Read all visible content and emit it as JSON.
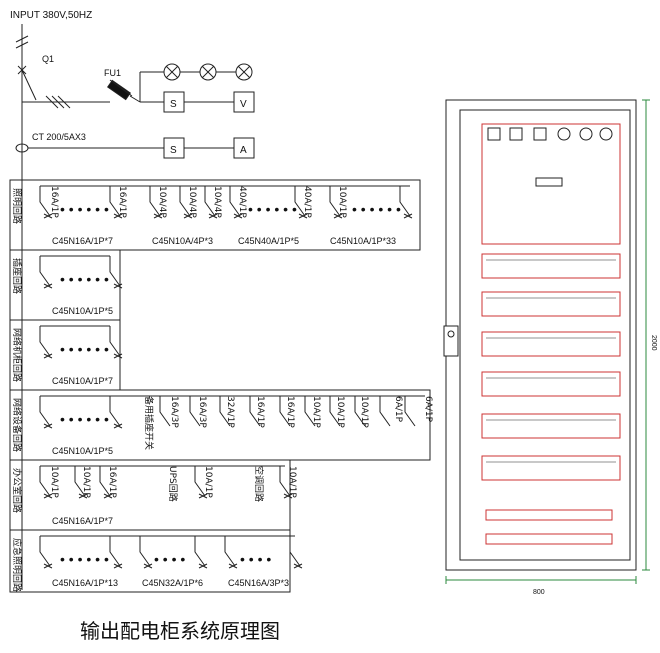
{
  "header": {
    "input": "INPUT 380V,50HZ",
    "breaker": "Q1",
    "fuse": "FU1",
    "ct": "CT 200/5AX3"
  },
  "meters": {
    "s1": "S",
    "v": "V",
    "s2": "S",
    "a": "A"
  },
  "groups": [
    {
      "name": "照明回路",
      "labels": [
        "16A/1P",
        "16A/1P",
        "10A/4P",
        "10A/4P",
        "10A/4P",
        "40A/1P",
        "40A/1P",
        "10A/1P"
      ],
      "models": [
        "C45N16A/1P*7",
        "C45N10A/4P*3",
        "C45N40A/1P*5",
        "C45N10A/1P*33"
      ]
    },
    {
      "name": "插座回路",
      "labels": [],
      "models": [
        "C45N10A/1P*5"
      ]
    },
    {
      "name": "网络机柜回路",
      "labels": [],
      "models": [
        "C45N10A/1P*7"
      ]
    },
    {
      "name": "网络设备回路",
      "labels": [
        "备用插座开关",
        "16A/3P",
        "16A/3P",
        "32A/1P",
        "16A/1P",
        "16A/1P",
        "10A/1P",
        "10A/1P",
        "10A/1P",
        "6A/1P",
        "6A/1P"
      ],
      "models": [
        "C45N10A/1P*5"
      ]
    },
    {
      "name": "办公室回路",
      "labels": [
        "10A/1P",
        "10A/1P",
        "16A/1P",
        "UPS回路",
        "10A/1P",
        "空调回路",
        "10A/1P"
      ],
      "models": [
        "C45N16A/1P*7"
      ]
    },
    {
      "name": "应急照明回路",
      "labels": [],
      "models": [
        "C45N16A/1P*13",
        "C45N32A/1P*6",
        "C45N16A/3P*3"
      ]
    }
  ],
  "title": "输出配电柜系统原理图",
  "cabinet": {
    "width_dim": "800",
    "height_dim": "2000"
  }
}
